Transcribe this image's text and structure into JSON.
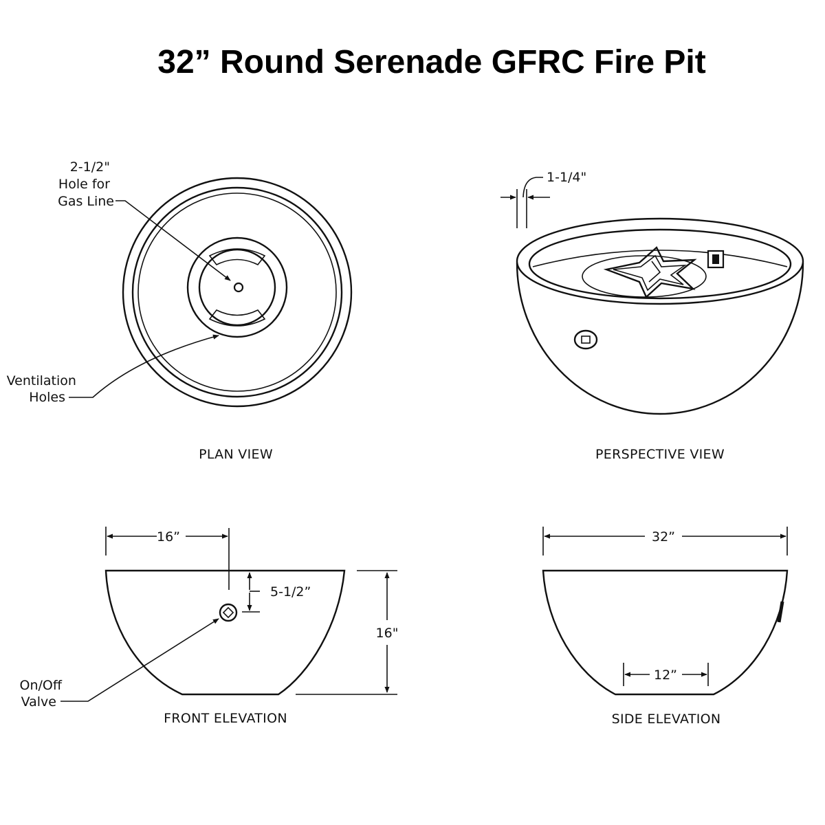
{
  "title": "32” Round Serenade GFRC Fire Pit",
  "plan_view": {
    "caption": "PLAN VIEW",
    "gas_line_label": [
      "2-1/2\"",
      "Hole for",
      "Gas Line"
    ],
    "ventilation_label": [
      "Ventilation",
      "Holes"
    ]
  },
  "perspective_view": {
    "caption": "PERSPECTIVE VIEW",
    "rim_dimension": "1-1/4\""
  },
  "front_elevation": {
    "caption": "FRONT ELEVATION",
    "half_width": "16”",
    "valve_depth": "5-1/2”",
    "height": "16\"",
    "valve_label": [
      "On/Off",
      "Valve"
    ]
  },
  "side_elevation": {
    "caption": "SIDE ELEVATION",
    "width": "32”",
    "base_width": "12”"
  },
  "colors": {
    "line": "#111111",
    "background": "#ffffff"
  }
}
